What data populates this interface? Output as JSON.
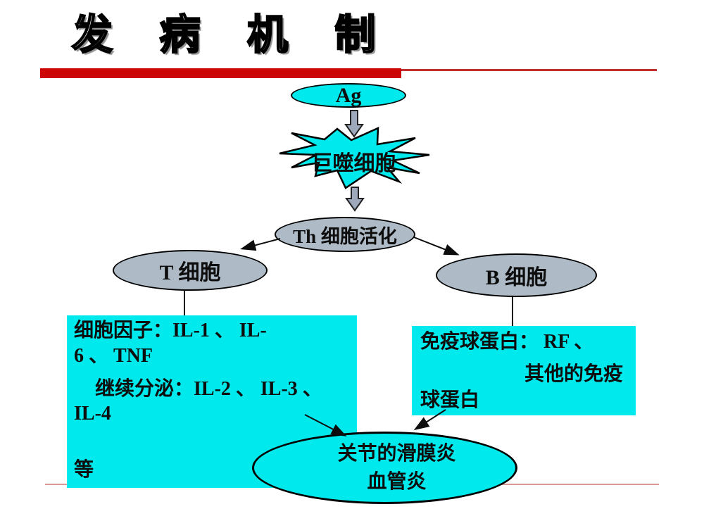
{
  "colors": {
    "red-bar": "#cc0606",
    "red-line-top": "#c22f2f",
    "red-line-bottom": "#d59a93",
    "cyan": "#00e9ec",
    "node-gray": "#aebbc7",
    "arrow-gray": "#9ea9bb",
    "ink": "#0d0d0d"
  },
  "title": {
    "text": "发 病 机 制"
  },
  "diagram": {
    "ag": {
      "label": "Ag"
    },
    "macrophage": {
      "label": "巨噬细胞"
    },
    "th_activation": {
      "label": "Th 细胞活化"
    },
    "t_cell": {
      "label": "T 细胞"
    },
    "b_cell": {
      "label": "B 细胞"
    },
    "t_box": {
      "line1": "细胞因子：IL-1 、 IL-",
      "line2": "6 、 TNF",
      "line3": "继续分泌：IL-2 、 IL-3 、",
      "line4": "IL-4",
      "line5": "等"
    },
    "b_box": {
      "line1": "免疫球蛋白： RF 、",
      "line2": "其他的免疫",
      "line3": "球蛋白"
    },
    "outcome": {
      "line1": "关节的滑膜炎",
      "line2": "血管炎"
    }
  }
}
